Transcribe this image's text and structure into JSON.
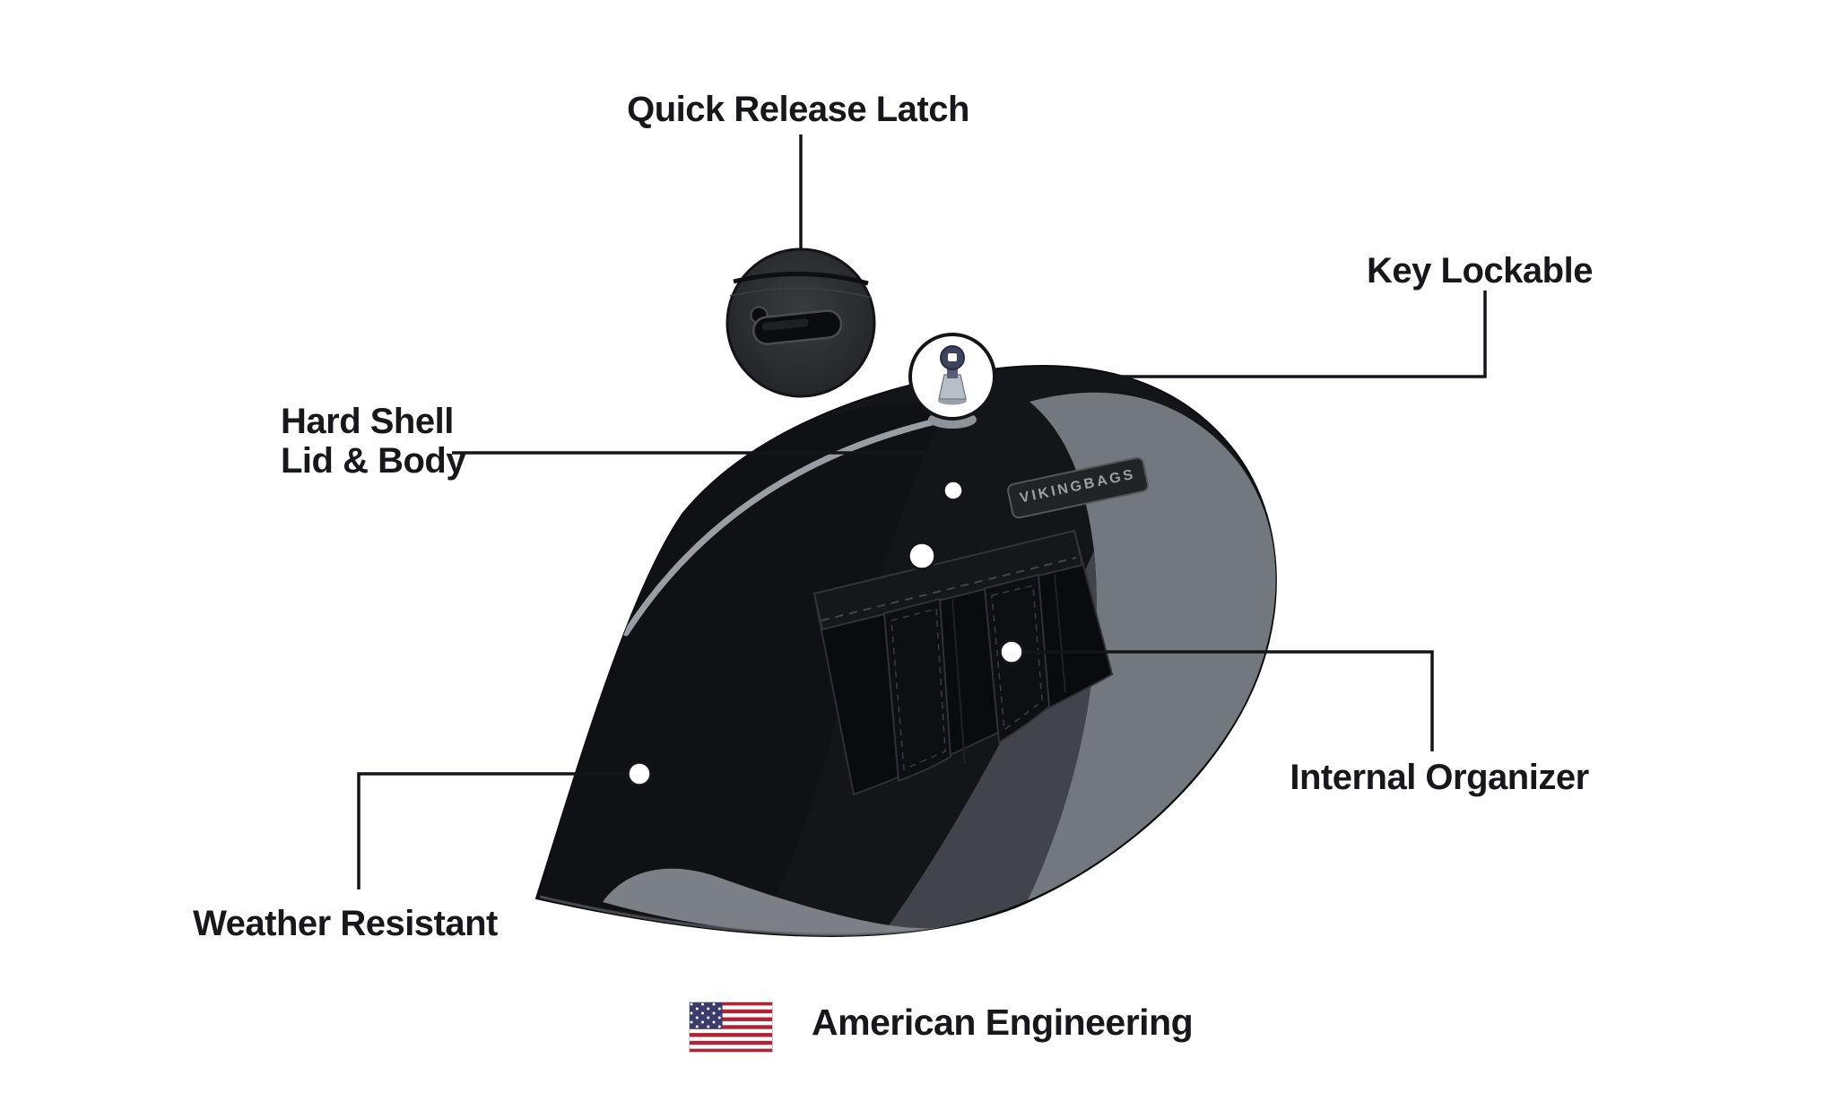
{
  "diagram": {
    "background": "#ffffff",
    "callouts": {
      "quick_release_latch": "Quick Release Latch",
      "key_lockable": "Key Lockable",
      "hard_shell_line1": "Hard Shell",
      "hard_shell_line2": "Lid & Body",
      "internal_organizer": "Internal Organizer",
      "weather_resistant": "Weather Resistant"
    },
    "brand_badge": "VIKINGBAGS",
    "footer": {
      "flag": "us-flag-icon",
      "text": "American Engineering"
    },
    "colors": {
      "text": "#17181b",
      "line": "#141519",
      "bag_black": "#141519",
      "accent_gray_light": "#8d9298",
      "accent_gray_mid": "#73787f",
      "accent_gray_dark": "#41454b",
      "flag_red": "#b22234",
      "flag_blue": "#3c3b6e"
    }
  }
}
